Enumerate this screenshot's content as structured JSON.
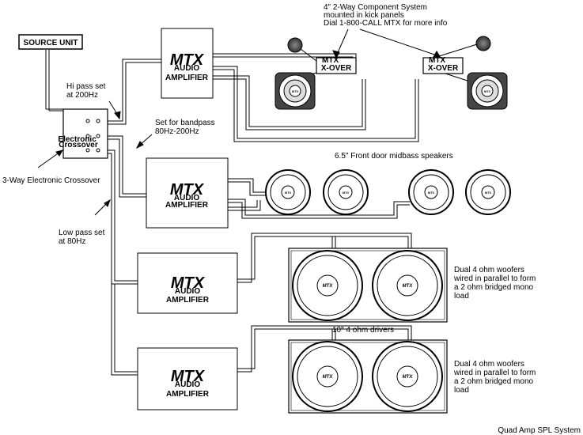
{
  "source_unit": "SOURCE UNIT",
  "crossover": {
    "label": "Electronic Crossover",
    "caption": "3-Way Electronic Crossover"
  },
  "amp_label": "AMPLIFIER",
  "amp_logo": "MTX",
  "amp_logo_sub": "AUDIO",
  "xover_label": "X-OVER",
  "xover_logo": "MTX",
  "notes": {
    "hi_pass": [
      "Hi pass set",
      "at 200Hz"
    ],
    "bandpass": [
      "Set for bandpass",
      "80Hz-200Hz"
    ],
    "low_pass": [
      "Low pass set",
      "at 80Hz"
    ],
    "component": [
      "4\"  2-Way Component System",
      "mounted in kick panels",
      "Dial 1-800-CALL MTX for more info"
    ],
    "midbass": "6.5\" Front door midbass speakers",
    "drivers10": "10\" 4 ohm drivers",
    "woofers": [
      "Dual 4 ohm woofers",
      "wired in parallel to form",
      "a 2 ohm bridged mono",
      "load"
    ]
  },
  "footer": "Quad Amp SPL System",
  "colors": {
    "line": "#000000",
    "shade": "#555555",
    "bg": "#ffffff"
  }
}
